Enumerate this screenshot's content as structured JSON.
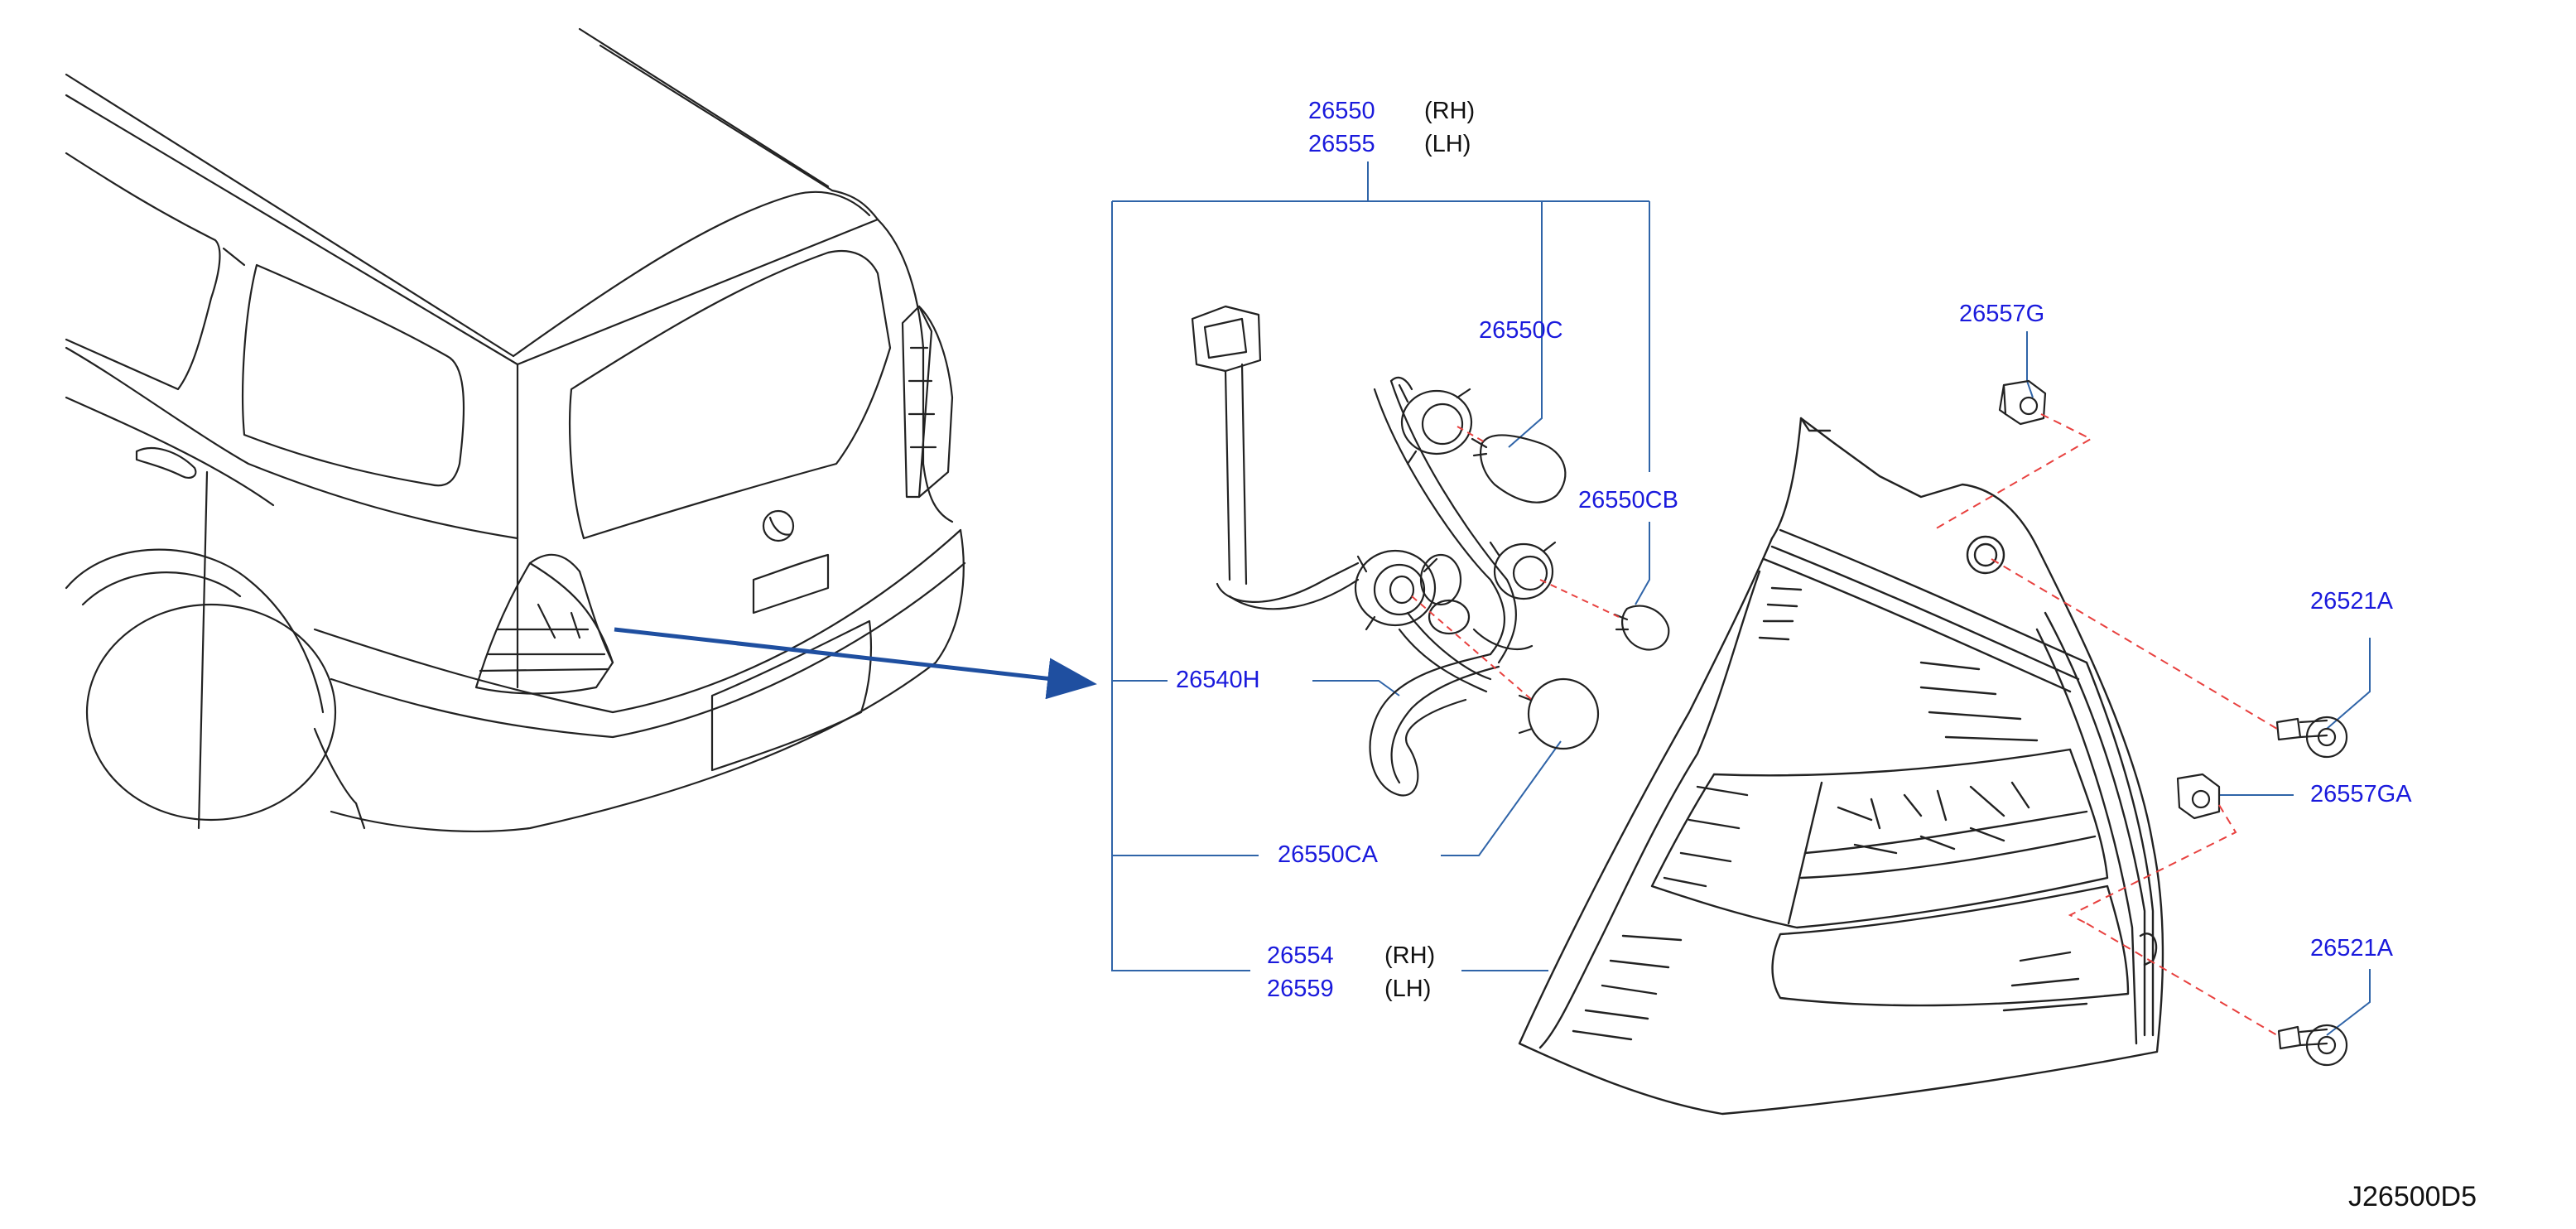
{
  "colors": {
    "part_number": "#1a1adc",
    "leader": "#2f64a8",
    "arrow": "#1f4fa0",
    "dashed_guide": "#e8413f",
    "outline": "#222222"
  },
  "labels": {
    "assembly_rh_pn": "26550",
    "assembly_rh_side": "(RH)",
    "assembly_lh_pn": "26555",
    "assembly_lh_side": "(LH)",
    "socket_c": "26550C",
    "socket_cb": "26550CB",
    "harness": "26540H",
    "bulb_ca": "26550CA",
    "lens_rh_pn": "26554",
    "lens_rh_side": "(RH)",
    "lens_lh_pn": "26559",
    "lens_lh_side": "(LH)",
    "grommet_g": "26557G",
    "screw_a_top": "26521A",
    "grommet_ga": "26557GA",
    "screw_a_bottom": "26521A"
  },
  "diagram_code": "J26500D5"
}
